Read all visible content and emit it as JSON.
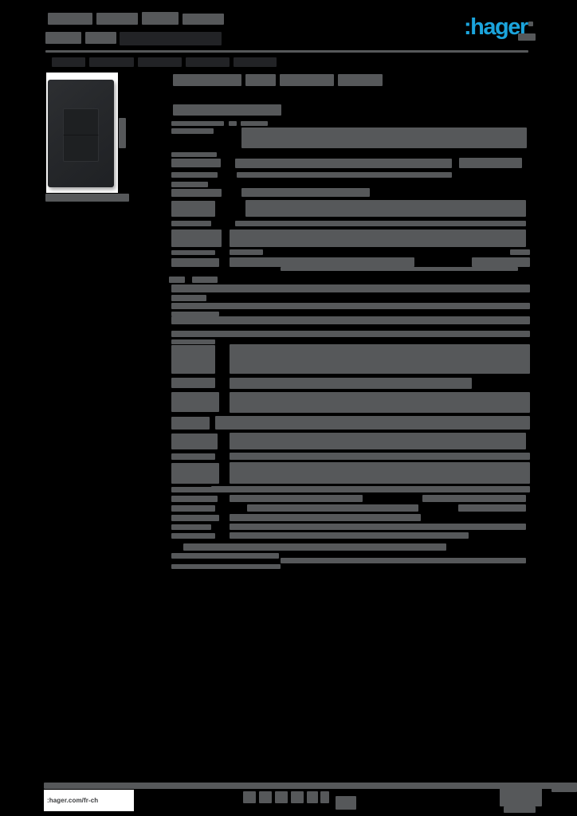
{
  "document": {
    "type": "product-datasheet",
    "language_region": "fr-ch",
    "background": "#000000",
    "note": "All body text appears as redacted gray bars; only brand logo and footer URL are legible"
  },
  "brand": {
    "logo_text": ":hager",
    "logo_color": "#1ba4dc"
  },
  "footer": {
    "website_url": ":hager.com/fr-ch"
  },
  "colors": {
    "redaction_gray": "#56585a",
    "redaction_dark": "#222326",
    "paper_white": "#ffffff",
    "switch_plate": "#26282b",
    "switch_button": "#1e2022",
    "footer_text": "#3b3c3e",
    "logo_blue": "#1ba4dc",
    "page_background": "#000000"
  },
  "product_image": {
    "subject": "dark two-rocker wall light switch on white background",
    "caption_redacted": true
  },
  "redacted_layout": {
    "header_gray": [
      [
        60,
        16,
        56,
        15
      ],
      [
        121,
        16,
        52,
        15
      ],
      [
        178,
        15,
        46,
        16
      ],
      [
        229,
        17,
        52,
        14
      ],
      [
        57,
        40,
        45,
        15
      ],
      [
        107,
        40,
        39,
        15
      ],
      [
        57,
        63,
        606,
        3
      ],
      [
        650,
        42,
        22,
        9
      ],
      [
        663,
        27,
        6,
        6
      ]
    ],
    "header_dark": [
      [
        150,
        40,
        128,
        17
      ],
      [
        65,
        72,
        42,
        12
      ],
      [
        112,
        72,
        56,
        12
      ],
      [
        173,
        72,
        55,
        12
      ],
      [
        233,
        72,
        55,
        12
      ],
      [
        293,
        72,
        54,
        12
      ]
    ],
    "product_gray": [
      [
        57,
        243,
        105,
        10
      ],
      [
        149,
        148,
        9,
        38
      ]
    ],
    "title_gray": [
      [
        217,
        93,
        86,
        15
      ],
      [
        308,
        93,
        38,
        15
      ],
      [
        351,
        93,
        68,
        15
      ],
      [
        424,
        93,
        56,
        15
      ],
      [
        217,
        131,
        136,
        14
      ]
    ],
    "content_gray": [
      [
        215,
        152,
        66,
        6
      ],
      [
        287,
        152,
        10,
        6
      ],
      [
        302,
        152,
        34,
        6
      ],
      [
        215,
        161,
        53,
        7
      ],
      [
        303,
        160,
        358,
        26
      ],
      [
        215,
        191,
        57,
        6
      ],
      [
        215,
        199,
        62,
        11
      ],
      [
        295,
        199,
        272,
        12
      ],
      [
        576,
        198,
        79,
        13
      ],
      [
        215,
        216,
        58,
        7
      ],
      [
        297,
        216,
        270,
        7
      ],
      [
        215,
        228,
        46,
        7
      ],
      [
        215,
        237,
        63,
        10
      ],
      [
        303,
        236,
        161,
        11
      ],
      [
        215,
        252,
        55,
        20
      ],
      [
        308,
        251,
        352,
        21
      ],
      [
        215,
        277,
        50,
        7
      ],
      [
        295,
        277,
        365,
        7
      ],
      [
        215,
        288,
        63,
        22
      ],
      [
        288,
        288,
        372,
        22
      ],
      [
        215,
        314,
        55,
        6
      ],
      [
        288,
        313,
        42,
        7
      ],
      [
        640,
        313,
        25,
        7
      ],
      [
        215,
        324,
        60,
        11
      ],
      [
        288,
        323,
        232,
        12
      ],
      [
        592,
        323,
        73,
        12
      ],
      [
        352,
        335,
        298,
        5
      ],
      [
        212,
        347,
        20,
        8
      ],
      [
        241,
        347,
        32,
        8
      ],
      [
        215,
        357,
        450,
        10
      ],
      [
        215,
        370,
        44,
        8
      ],
      [
        215,
        380,
        450,
        8
      ],
      [
        215,
        391,
        60,
        6
      ],
      [
        215,
        397,
        450,
        10
      ],
      [
        215,
        415,
        450,
        8
      ],
      [
        215,
        426,
        55,
        6
      ],
      [
        215,
        433,
        55,
        36
      ],
      [
        288,
        432,
        377,
        37
      ],
      [
        215,
        474,
        55,
        13
      ],
      [
        288,
        474,
        304,
        14
      ],
      [
        215,
        492,
        60,
        25
      ],
      [
        288,
        492,
        377,
        26
      ],
      [
        215,
        523,
        48,
        16
      ],
      [
        270,
        522,
        395,
        17
      ],
      [
        215,
        544,
        58,
        20
      ],
      [
        288,
        543,
        372,
        21
      ],
      [
        215,
        569,
        55,
        8
      ],
      [
        288,
        568,
        377,
        9
      ],
      [
        215,
        581,
        60,
        26
      ],
      [
        288,
        580,
        377,
        27
      ],
      [
        215,
        611,
        52,
        7
      ],
      [
        265,
        610,
        400,
        8
      ],
      [
        215,
        622,
        58,
        8
      ],
      [
        288,
        621,
        167,
        9
      ],
      [
        530,
        621,
        130,
        9
      ],
      [
        215,
        634,
        55,
        8
      ],
      [
        310,
        633,
        215,
        9
      ],
      [
        575,
        633,
        85,
        9
      ],
      [
        215,
        646,
        60,
        8
      ],
      [
        288,
        645,
        240,
        9
      ],
      [
        215,
        658,
        50,
        7
      ],
      [
        288,
        657,
        372,
        8
      ],
      [
        215,
        669,
        55,
        7
      ],
      [
        288,
        668,
        300,
        8
      ],
      [
        230,
        682,
        330,
        9
      ],
      [
        215,
        694,
        135,
        7
      ],
      [
        352,
        700,
        308,
        7
      ],
      [
        215,
        708,
        137,
        6
      ]
    ],
    "footer_gray": [
      [
        55,
        982,
        669,
        8
      ],
      [
        305,
        993,
        16,
        15
      ],
      [
        325,
        993,
        16,
        15
      ],
      [
        345,
        993,
        16,
        15
      ],
      [
        365,
        993,
        16,
        15
      ],
      [
        385,
        993,
        14,
        15
      ],
      [
        402,
        993,
        11,
        15
      ],
      [
        421,
        999,
        26,
        17
      ],
      [
        627,
        984,
        53,
        28
      ],
      [
        632,
        1012,
        40,
        8
      ],
      [
        692,
        982,
        32,
        12
      ]
    ]
  }
}
